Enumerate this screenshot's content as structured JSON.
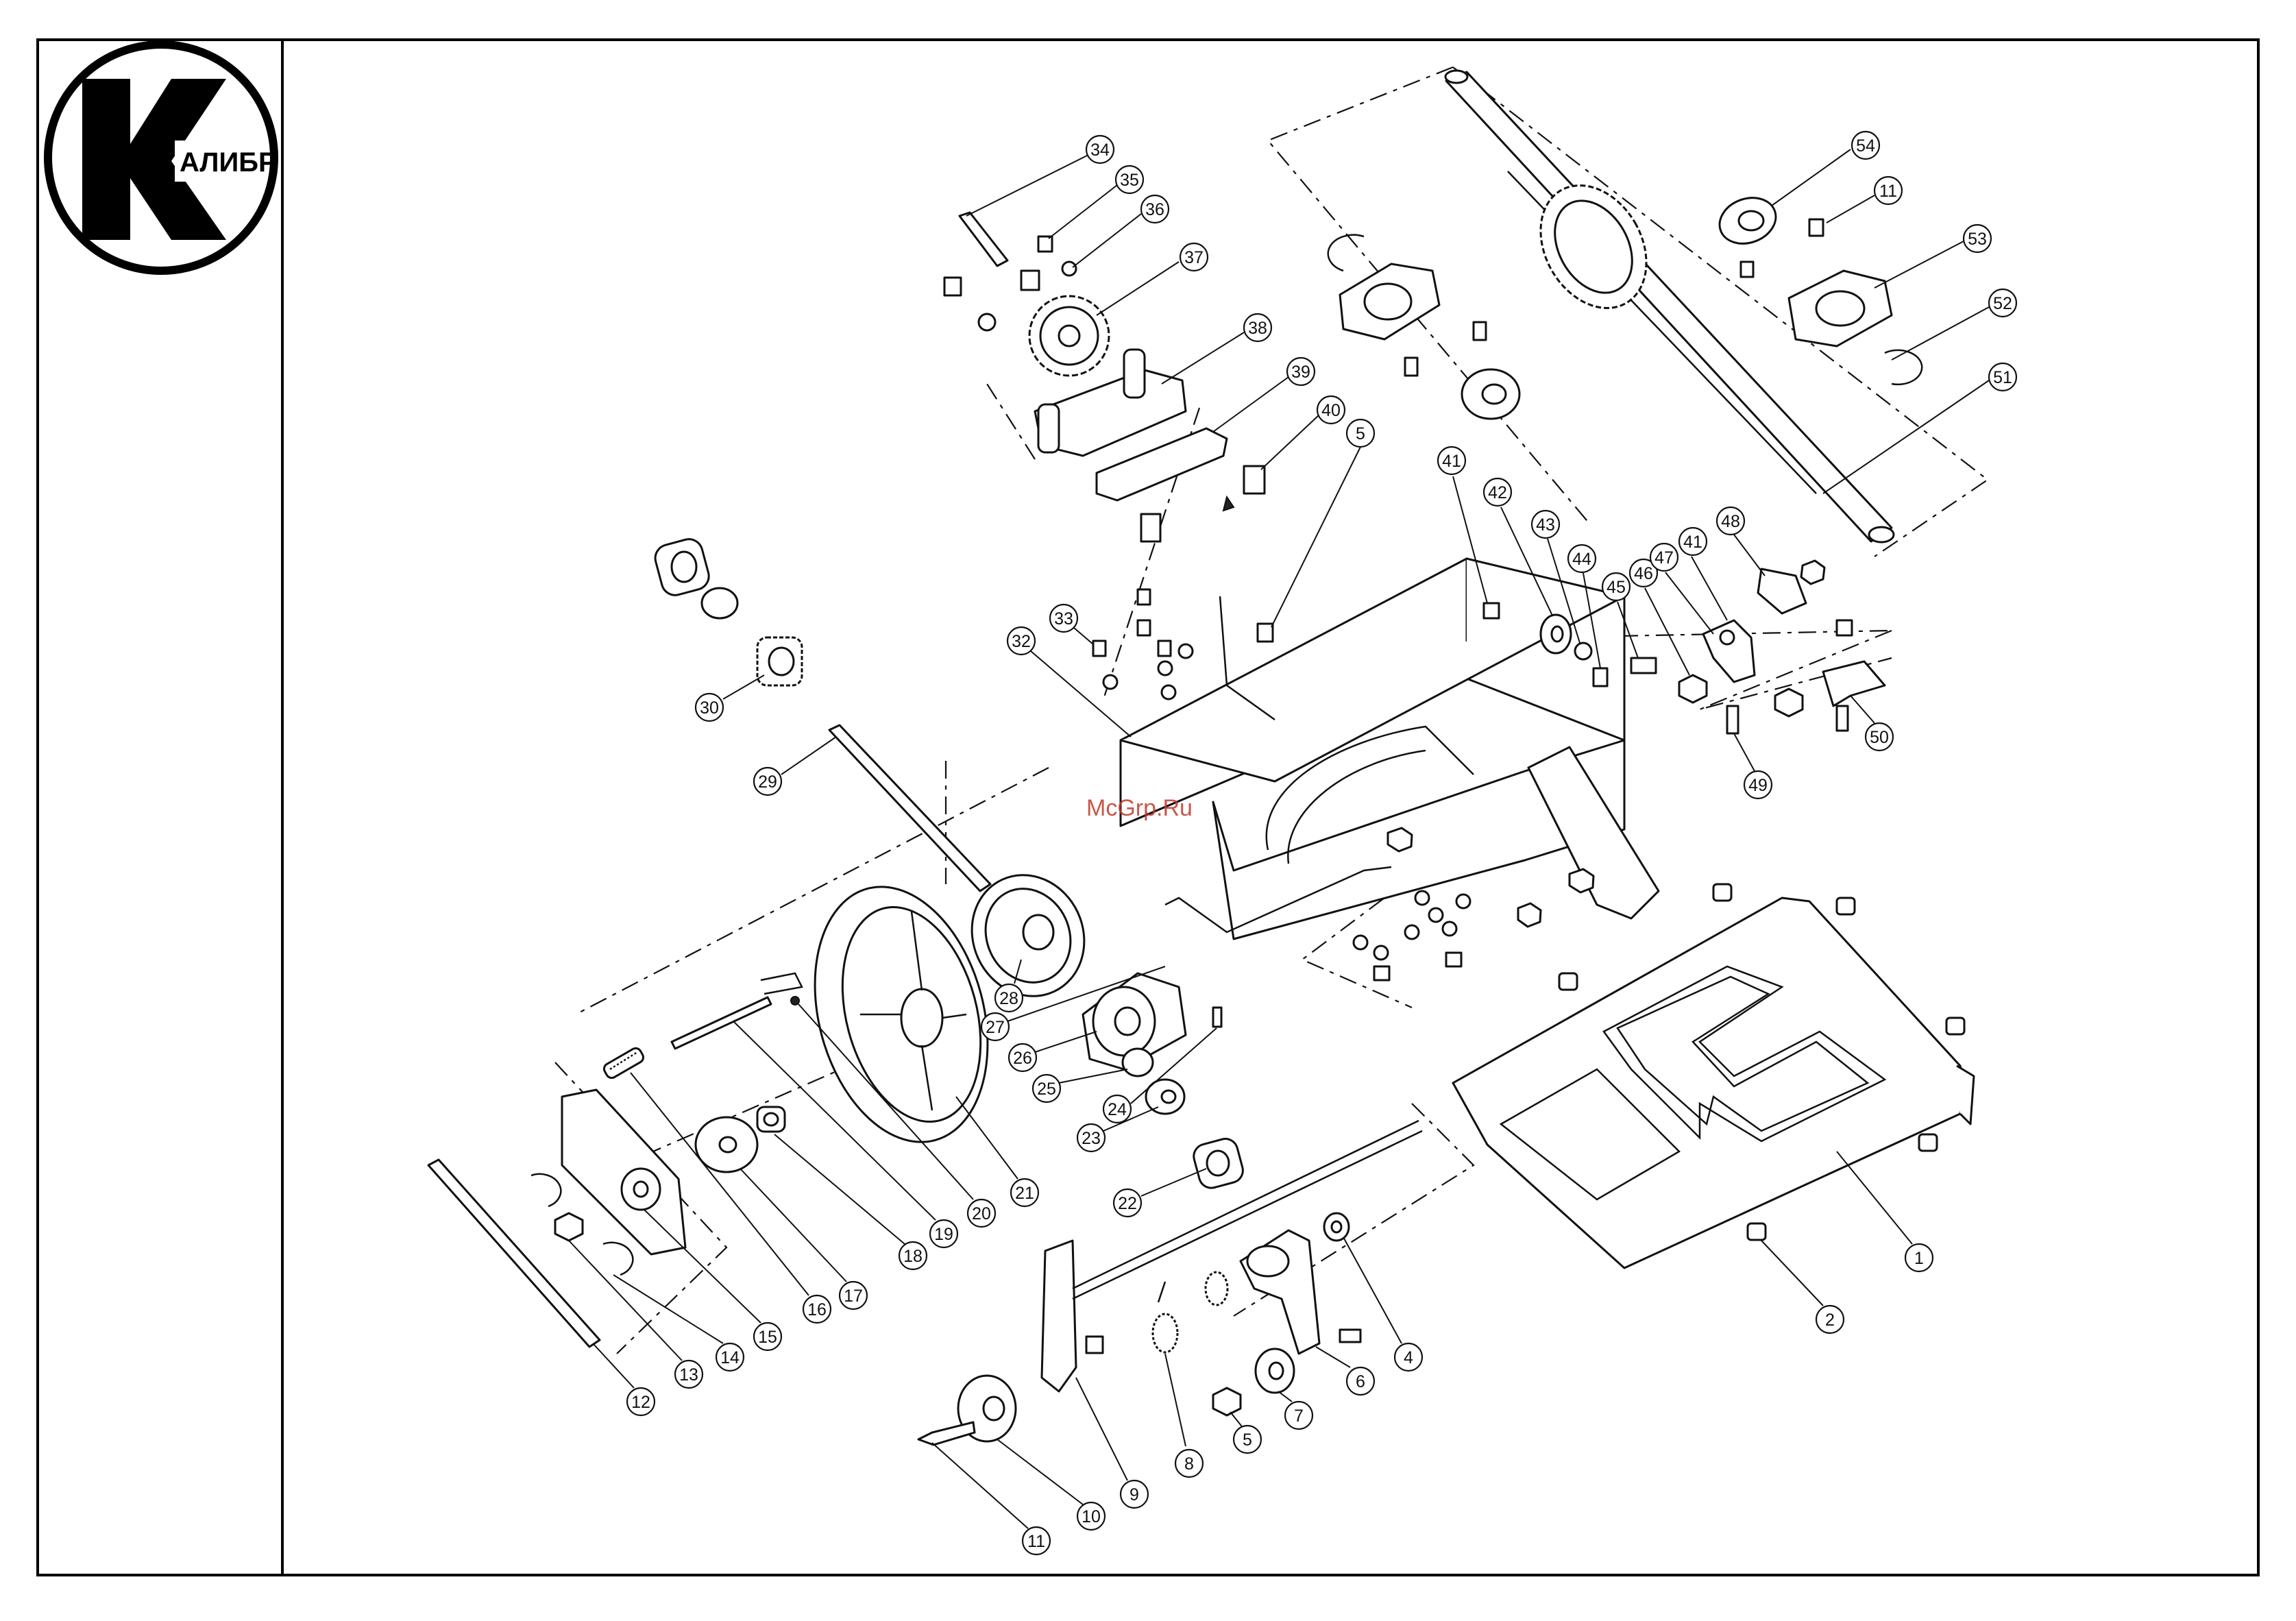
{
  "brand": {
    "logo_mark": "К",
    "logo_text": "АЛИБР"
  },
  "watermark": "McGrp.Ru",
  "callouts": {
    "c1": "1",
    "c2": "2",
    "c4": "4",
    "c5a": "5",
    "c5b": "5",
    "c6": "6",
    "c7": "7",
    "c8": "8",
    "c9": "9",
    "c10": "10",
    "c11a": "11",
    "c11b": "11",
    "c12": "12",
    "c13": "13",
    "c14": "14",
    "c15": "15",
    "c16": "16",
    "c17": "17",
    "c18": "18",
    "c19": "19",
    "c20": "20",
    "c21": "21",
    "c22": "22",
    "c23": "23",
    "c24": "24",
    "c25": "25",
    "c26": "26",
    "c27": "27",
    "c28": "28",
    "c29": "29",
    "c30": "30",
    "c32": "32",
    "c33": "33",
    "c34": "34",
    "c35": "35",
    "c36": "36",
    "c37": "37",
    "c38": "38",
    "c39": "39",
    "c40": "40",
    "c41a": "41",
    "c41b": "41",
    "c42": "42",
    "c43": "43",
    "c44": "44",
    "c45": "45",
    "c46": "46",
    "c47": "47",
    "c48": "48",
    "c49": "49",
    "c50": "50",
    "c51": "51",
    "c52": "52",
    "c53": "53",
    "c54": "54"
  }
}
